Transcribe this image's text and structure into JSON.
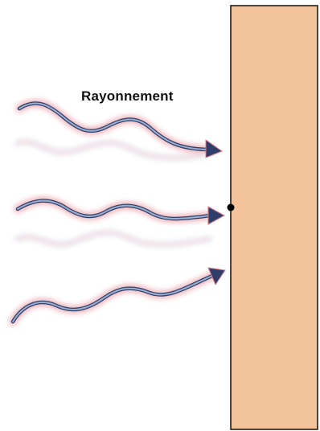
{
  "diagram": {
    "label": "Rayonnement",
    "colors": {
      "surface_fill": "#F3C39B",
      "surface_stroke": "#111111",
      "wave_core": "#8EA2C8",
      "wave_edge": "#2E3F66",
      "wave_glow": "#E07A86",
      "arrowhead": "#2D3E6A",
      "contact_point": "#000000"
    },
    "elements": [
      "incoming-wave-top",
      "incoming-wave-middle",
      "incoming-wave-bottom",
      "absorbing-surface",
      "contact-point"
    ]
  }
}
